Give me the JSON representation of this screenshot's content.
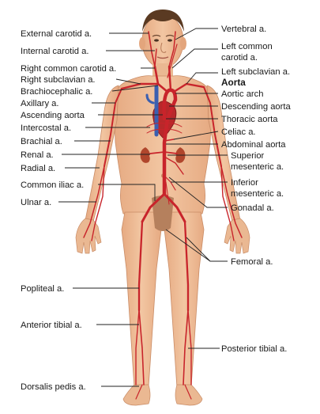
{
  "labels_left": [
    {
      "id": "external-carotid",
      "text": "External carotid a."
    },
    {
      "id": "internal-carotid",
      "text": "Internal carotid a."
    },
    {
      "id": "right-common-carotid",
      "text": "Right common carotid a."
    },
    {
      "id": "right-subclavian",
      "text": "Right subclavian a."
    },
    {
      "id": "brachiocephalic",
      "text": "Brachiocephalic a."
    },
    {
      "id": "axillary",
      "text": "Axillary a."
    },
    {
      "id": "ascending-aorta",
      "text": "Ascending aorta"
    },
    {
      "id": "intercostal",
      "text": "Intercostal a."
    },
    {
      "id": "brachial",
      "text": "Brachial a."
    },
    {
      "id": "renal",
      "text": "Renal a."
    },
    {
      "id": "radial",
      "text": "Radial a."
    },
    {
      "id": "common-iliac",
      "text": "Common iliac a."
    },
    {
      "id": "ulnar",
      "text": "Ulnar a."
    },
    {
      "id": "popliteal",
      "text": "Popliteal a."
    },
    {
      "id": "anterior-tibial",
      "text": "Anterior tibial a."
    },
    {
      "id": "dorsalis-pedis",
      "text": "Dorsalis pedis a."
    }
  ],
  "labels_right": [
    {
      "id": "vertebral",
      "text": "Vertebral a."
    },
    {
      "id": "left-common-carotid-1",
      "text": "Left common"
    },
    {
      "id": "left-common-carotid-2",
      "text": "carotid a."
    },
    {
      "id": "left-subclavian",
      "text": "Left subclavian a."
    },
    {
      "id": "aorta-heading",
      "text": "Aorta"
    },
    {
      "id": "aortic-arch",
      "text": "Aortic arch"
    },
    {
      "id": "descending-aorta",
      "text": "Descending aorta"
    },
    {
      "id": "thoracic-aorta",
      "text": "Thoracic aorta"
    },
    {
      "id": "celiac",
      "text": "Celiac a."
    },
    {
      "id": "abdominal-aorta",
      "text": "Abdominal aorta"
    },
    {
      "id": "superior-mesenteric-1",
      "text": "Superior"
    },
    {
      "id": "superior-mesenteric-2",
      "text": "mesenteric a."
    },
    {
      "id": "inferior-mesenteric-1",
      "text": "Inferior"
    },
    {
      "id": "inferior-mesenteric-2",
      "text": "mesenteric a."
    },
    {
      "id": "gonadal",
      "text": "Gonadal a."
    },
    {
      "id": "femoral",
      "text": "Femoral a."
    },
    {
      "id": "posterior-tibial",
      "text": "Posterior tibial a."
    }
  ],
  "colors": {
    "skin": "#efbf9a",
    "skin_shadow": "#d99c74",
    "artery": "#c8242b",
    "vein": "#3b5fb0",
    "hair": "#5a3a22",
    "kidney": "#b0462c",
    "heart": "#b8282a"
  }
}
